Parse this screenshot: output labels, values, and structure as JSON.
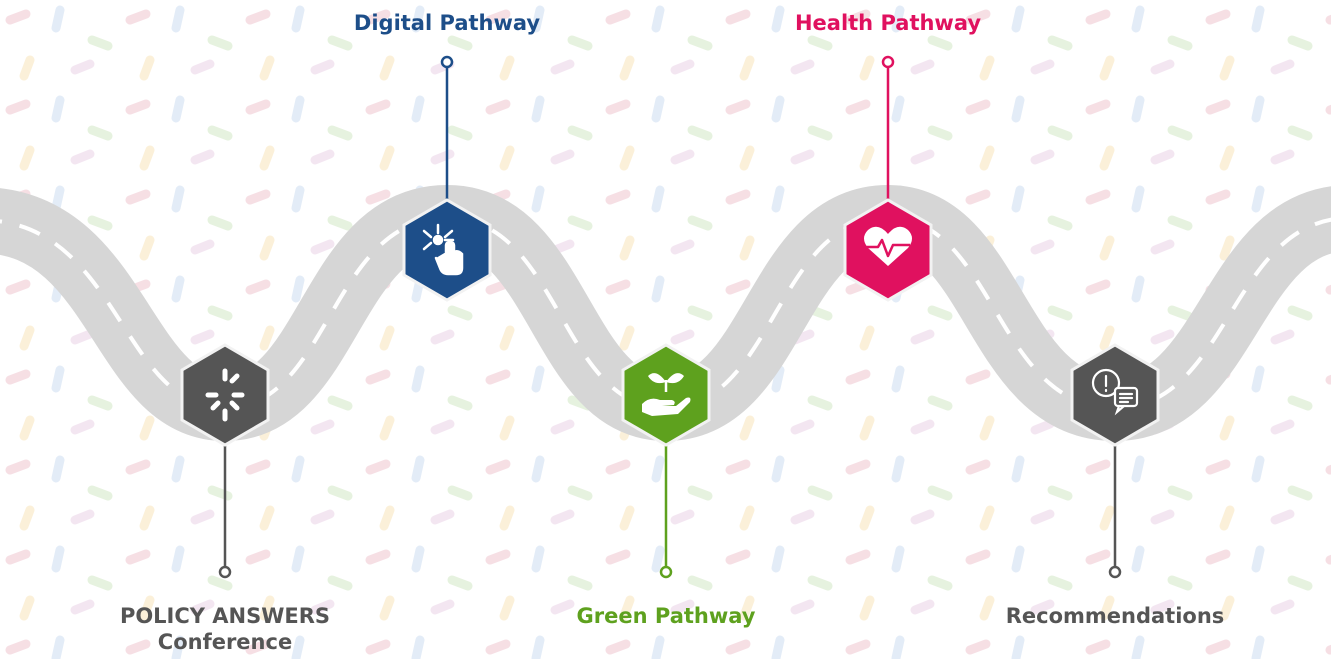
{
  "colors": {
    "road": "#d6d6d6",
    "road_dash": "#ffffff",
    "hex_border": "#f2f2f2",
    "dark": "#555555",
    "digital": "#1d4e89",
    "health": "#e0115f",
    "green": "#5ea11e"
  },
  "milestones": [
    {
      "id": "conference",
      "lines": [
        "POLICY ANSWERS",
        "Conference"
      ],
      "color": "#555555",
      "icon": "loading-spinner-icon"
    },
    {
      "id": "digital",
      "lines": [
        "Digital Pathway"
      ],
      "color": "#1d4e89",
      "icon": "touch-network-icon"
    },
    {
      "id": "green",
      "lines": [
        "Green Pathway"
      ],
      "color": "#5ea11e",
      "icon": "hand-plant-icon"
    },
    {
      "id": "health",
      "lines": [
        "Health Pathway"
      ],
      "color": "#e0115f",
      "icon": "heart-pulse-icon"
    },
    {
      "id": "recommendations",
      "lines": [
        "Recommendations"
      ],
      "color": "#555555",
      "icon": "alert-chat-icon"
    }
  ]
}
